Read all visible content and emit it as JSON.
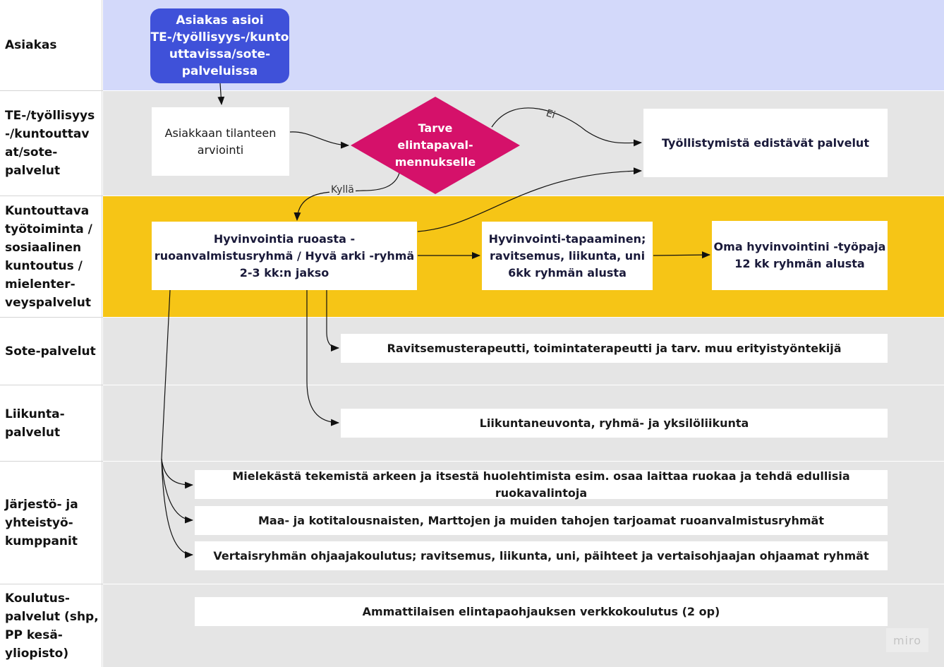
{
  "colors": {
    "lane_customer": "#d3d9fa",
    "lane_grey": "#e5e5e5",
    "lane_yellow": "#f6c516",
    "start_node": "#3f51d9",
    "decision_node": "#d5116a"
  },
  "lanes": [
    {
      "label": "Asiakas"
    },
    {
      "label": "TE-/työllisyys\n-/kuntouttav\nat/sote-\npalvelut"
    },
    {
      "label": "Kuntouttava\ntyötoiminta /\nsosiaalinen\nkuntoutus /\nmielenter-\nveyspalvelut"
    },
    {
      "label": "Sote-palvelut"
    },
    {
      "label": "Liikunta-\npalvelut"
    },
    {
      "label": "Järjestö- ja\nyhteistyö-\nkumppanit"
    },
    {
      "label": "Koulutus-\npalvelut (shp,\nPP kesä-\nyliopisto)"
    }
  ],
  "nodes": {
    "start": "Asiakas asioi\nTE-/työllisyys-/kunto\nuttavissa/sote-\npalveluissa",
    "assessment": "Asiakkaan tilanteen\narviointi",
    "decision": "Tarve\nelintapaval-\nmennukselle",
    "employment_services": "Työllistymistä edistävät palvelut",
    "cooking_group": "Hyvinvointia ruoasta -\nruoanvalmistusryhmä / Hyvä arki -ryhmä\n2-3 kk:n jakso",
    "wellbeing_meeting": "Hyvinvointi-tapaaminen;\nravitsemus, liikunta, uni\n6kk ryhmän alusta",
    "workshop": "Oma hyvinvointini -työpaja\n12 kk ryhmän alusta",
    "therapists": "Ravitsemusterapeutti, toimintaterapeutti ja tarv. muu erityistyöntekijä",
    "exercise": "Liikuntaneuvonta, ryhmä- ja yksilöliikunta",
    "meaningful": "Mielekästä tekemistä arkeen ja itsestä huolehtimista esim. osaa laittaa ruokaa ja tehdä edullisia ruokavalintoja",
    "cooking_groups_orgs": "Maa- ja kotitalousnaisten, Marttojen ja muiden tahojen tarjoamat ruoanvalmistusryhmät",
    "peer_training": "Vertaisryhmän ohjaajakoulutus; ravitsemus, liikunta, uni, päihteet ja vertaisohjaajan ohjaamat ryhmät",
    "online_training": "Ammattilaisen elintapaohjauksen verkkokoulutus (2 op)"
  },
  "edge_labels": {
    "no": "Ei",
    "yes": "Kyllä"
  },
  "watermark": "miro"
}
